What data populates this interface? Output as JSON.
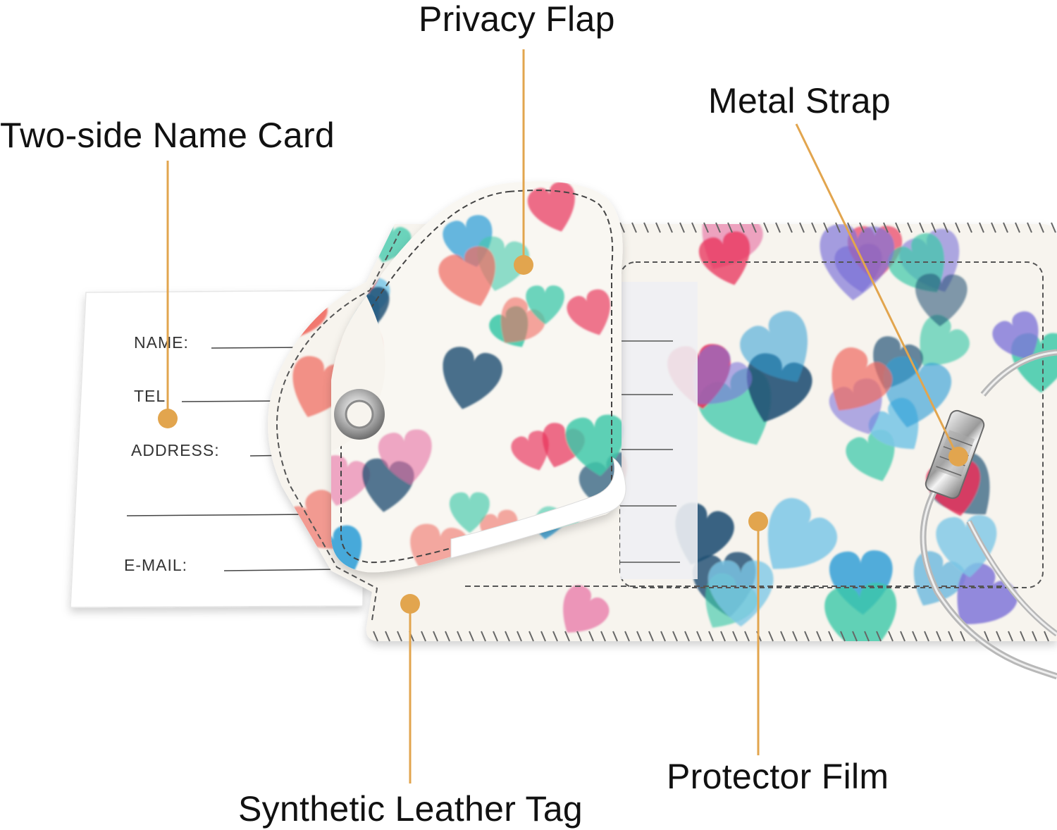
{
  "callouts": {
    "name_card": "Two-side Name Card",
    "privacy_flap": "Privacy Flap",
    "metal_strap": "Metal Strap",
    "protector_film": "Protector Film",
    "leather_tag": "Synthetic Leather Tag"
  },
  "card_fields": {
    "name": "NAME:",
    "tel": "TEL:",
    "address": "ADDRESS:",
    "email": "E-MAIL:"
  },
  "colors": {
    "callout_marker": "#e2a54e",
    "tag_base": "#f7f4ee",
    "stitching": "#555555",
    "hearts": [
      "#e8325a",
      "#2f9ed6",
      "#1f4f73",
      "#3cc8a8",
      "#f06a5f",
      "#7e74d8",
      "#e66aa0",
      "#7cc7e6"
    ]
  }
}
